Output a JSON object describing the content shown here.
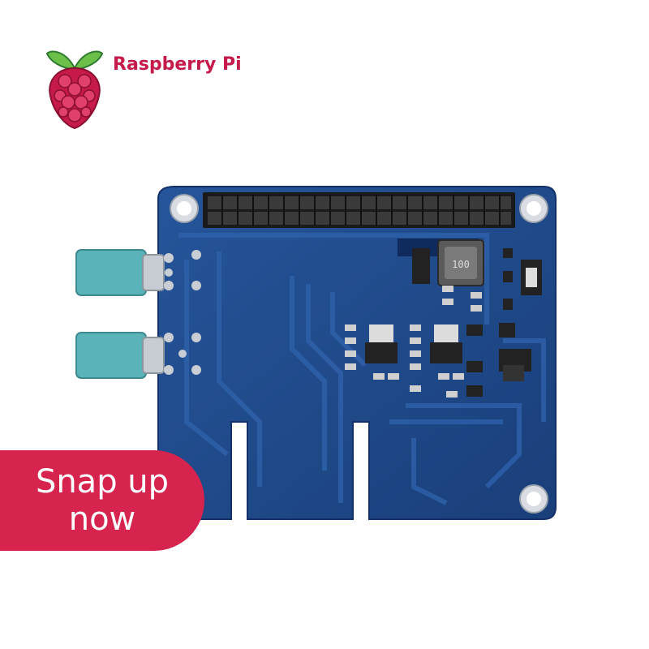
{
  "brand": {
    "name": "Raspberry Pi",
    "logo_icon": "raspberry-pi-logo-icon",
    "color": "#c51a4a"
  },
  "product": {
    "board_color": "#1f4a8c",
    "connector_color": "#5ab3b8",
    "chip_labels": {
      "inductor": "100"
    }
  },
  "banner": {
    "line1": "Snap up",
    "line2": "now",
    "color": "#d6244e",
    "text_color": "#ffffff"
  }
}
